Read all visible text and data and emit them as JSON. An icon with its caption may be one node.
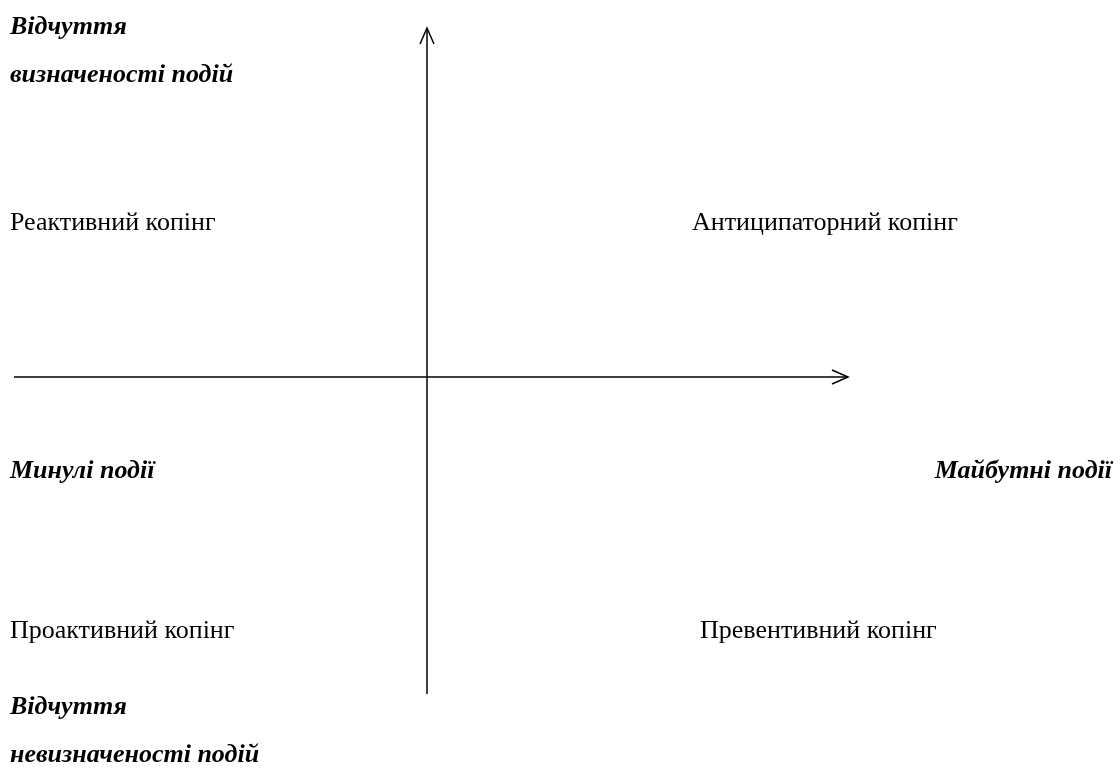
{
  "diagram": {
    "labels": [
      "Відчуття визначеності подій",
      "Реактивний копінг",
      "Антиципаторний копінг",
      "Минулі події",
      "Майбутні події",
      "Проактивний копінг",
      "Превентивний копінг",
      "Відчуття невизначеності подій"
    ]
  }
}
